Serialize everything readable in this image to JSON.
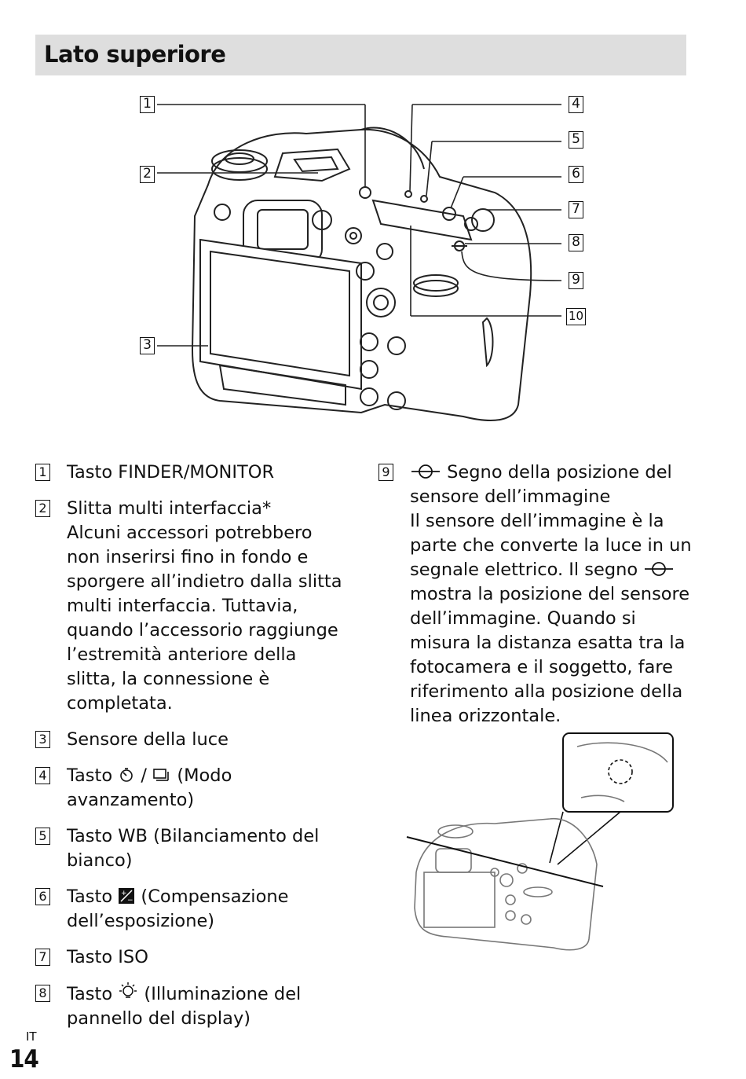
{
  "section_title": "Lato superiore",
  "callouts": [
    "1",
    "2",
    "3",
    "4",
    "5",
    "6",
    "7",
    "8",
    "9",
    "10"
  ],
  "items_left": [
    {
      "num": "1",
      "head": "Tasto FINDER/MONITOR",
      "desc": ""
    },
    {
      "num": "2",
      "head": "Slitta multi interfaccia*",
      "desc": "Alcuni accessori potrebbero non inserirsi fino in fondo e sporgere all’indietro dalla slitta multi interfaccia. Tuttavia, quando l’accessorio raggiunge l’estremità anteriore della slitta, la connessione è completata."
    },
    {
      "num": "3",
      "head": "Sensore della luce",
      "desc": ""
    },
    {
      "num": "4",
      "head_a": "Tasto ",
      "head_b": " / ",
      "head_c": " (Modo avanzamento)"
    },
    {
      "num": "5",
      "head": "Tasto WB (Bilanciamento del bianco)"
    },
    {
      "num": "6",
      "head_a": "Tasto ",
      "head_b": " (Compensazione dell’esposizione)"
    },
    {
      "num": "7",
      "head": "Tasto ISO"
    },
    {
      "num": "8",
      "head_a": "Tasto ",
      "head_b": " (Illuminazione del pannello del display)"
    }
  ],
  "item_right": {
    "num": "9",
    "head": " Segno della posizione del sensore dell’immagine",
    "desc_a": "Il sensore dell’immagine è la parte che converte la luce in un segnale elettrico. Il segno ",
    "desc_b": " mostra la posizione del sensore dell’immagine. Quando si misura la distanza esatta tra la fotocamera e il soggetto, fare riferimento alla posizione della linea orizzontale."
  },
  "icons": {
    "self_timer": "self-timer-icon",
    "continuous": "continuous-shooting-icon",
    "exposure_comp": "exposure-compensation-icon",
    "illumination": "light-bulb-icon",
    "sensor_mark": "image-sensor-position-icon"
  },
  "footer": {
    "lang": "IT",
    "page": "14"
  }
}
